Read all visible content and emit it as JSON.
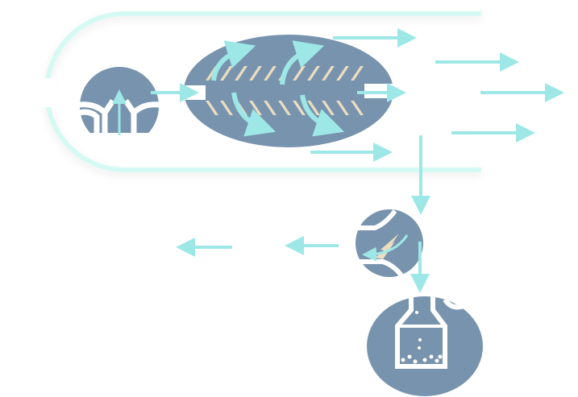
{
  "colors": {
    "node": "#7793ad",
    "arrow": "#9de8e6",
    "fiber": "#ecdcc0",
    "capsule": "#d5faf3",
    "white": "#ffffff"
  },
  "arrows": [
    {
      "id": "circle-to-ellipse"
    },
    {
      "id": "out-1"
    },
    {
      "id": "out-2"
    },
    {
      "id": "out-3"
    },
    {
      "id": "out-4"
    },
    {
      "id": "out-5"
    },
    {
      "id": "out-6"
    },
    {
      "id": "down-to-small"
    },
    {
      "id": "left-1"
    },
    {
      "id": "left-2"
    },
    {
      "id": "down-to-flask"
    }
  ]
}
